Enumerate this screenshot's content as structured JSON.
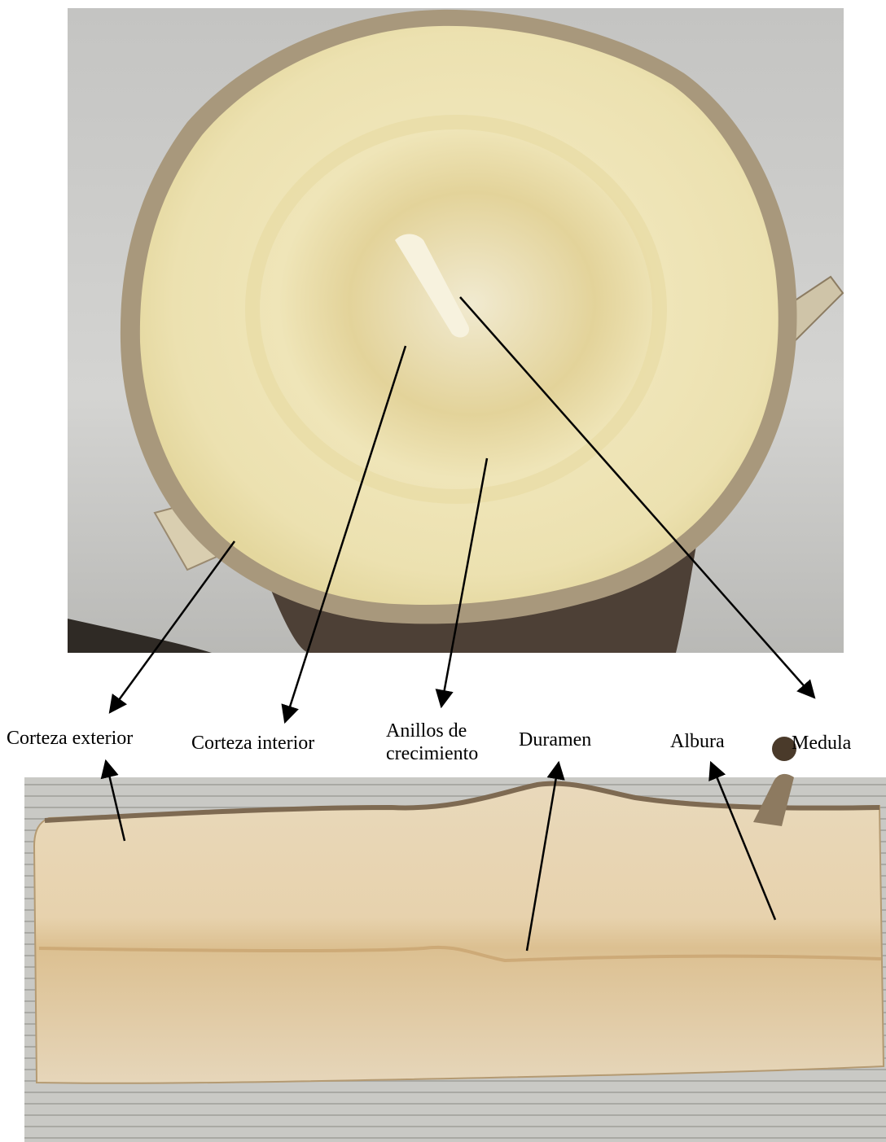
{
  "labels": {
    "corteza_exterior": "Corteza exterior",
    "corteza_interior": "Corteza interior",
    "anillos_line1": "Anillos de",
    "anillos_line2": "crecimiento",
    "duramen": "Duramen",
    "albura": "Albura",
    "medula": "Medula"
  },
  "colors": {
    "wood_light": "#efe6b4",
    "wood_mid": "#e2d49a",
    "bark": "#8a7a64",
    "board": "#e6d3b0",
    "background_gray": "#c9c9c6",
    "arrow": "#000000"
  }
}
